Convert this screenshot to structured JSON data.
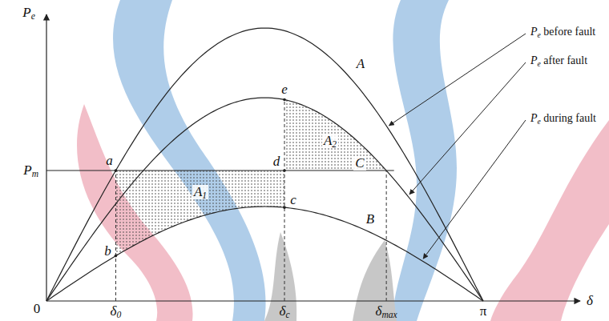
{
  "diagram": {
    "labels": [
      "Pe",
      "δ",
      "0",
      "δ0",
      "δc",
      "δmax",
      "π",
      "Pm",
      "a",
      "b",
      "c",
      "d",
      "e",
      "A1",
      "A2",
      "A",
      "B",
      "C",
      "Pe before fault",
      "Pe after fault",
      "Pe during fault"
    ]
  }
}
